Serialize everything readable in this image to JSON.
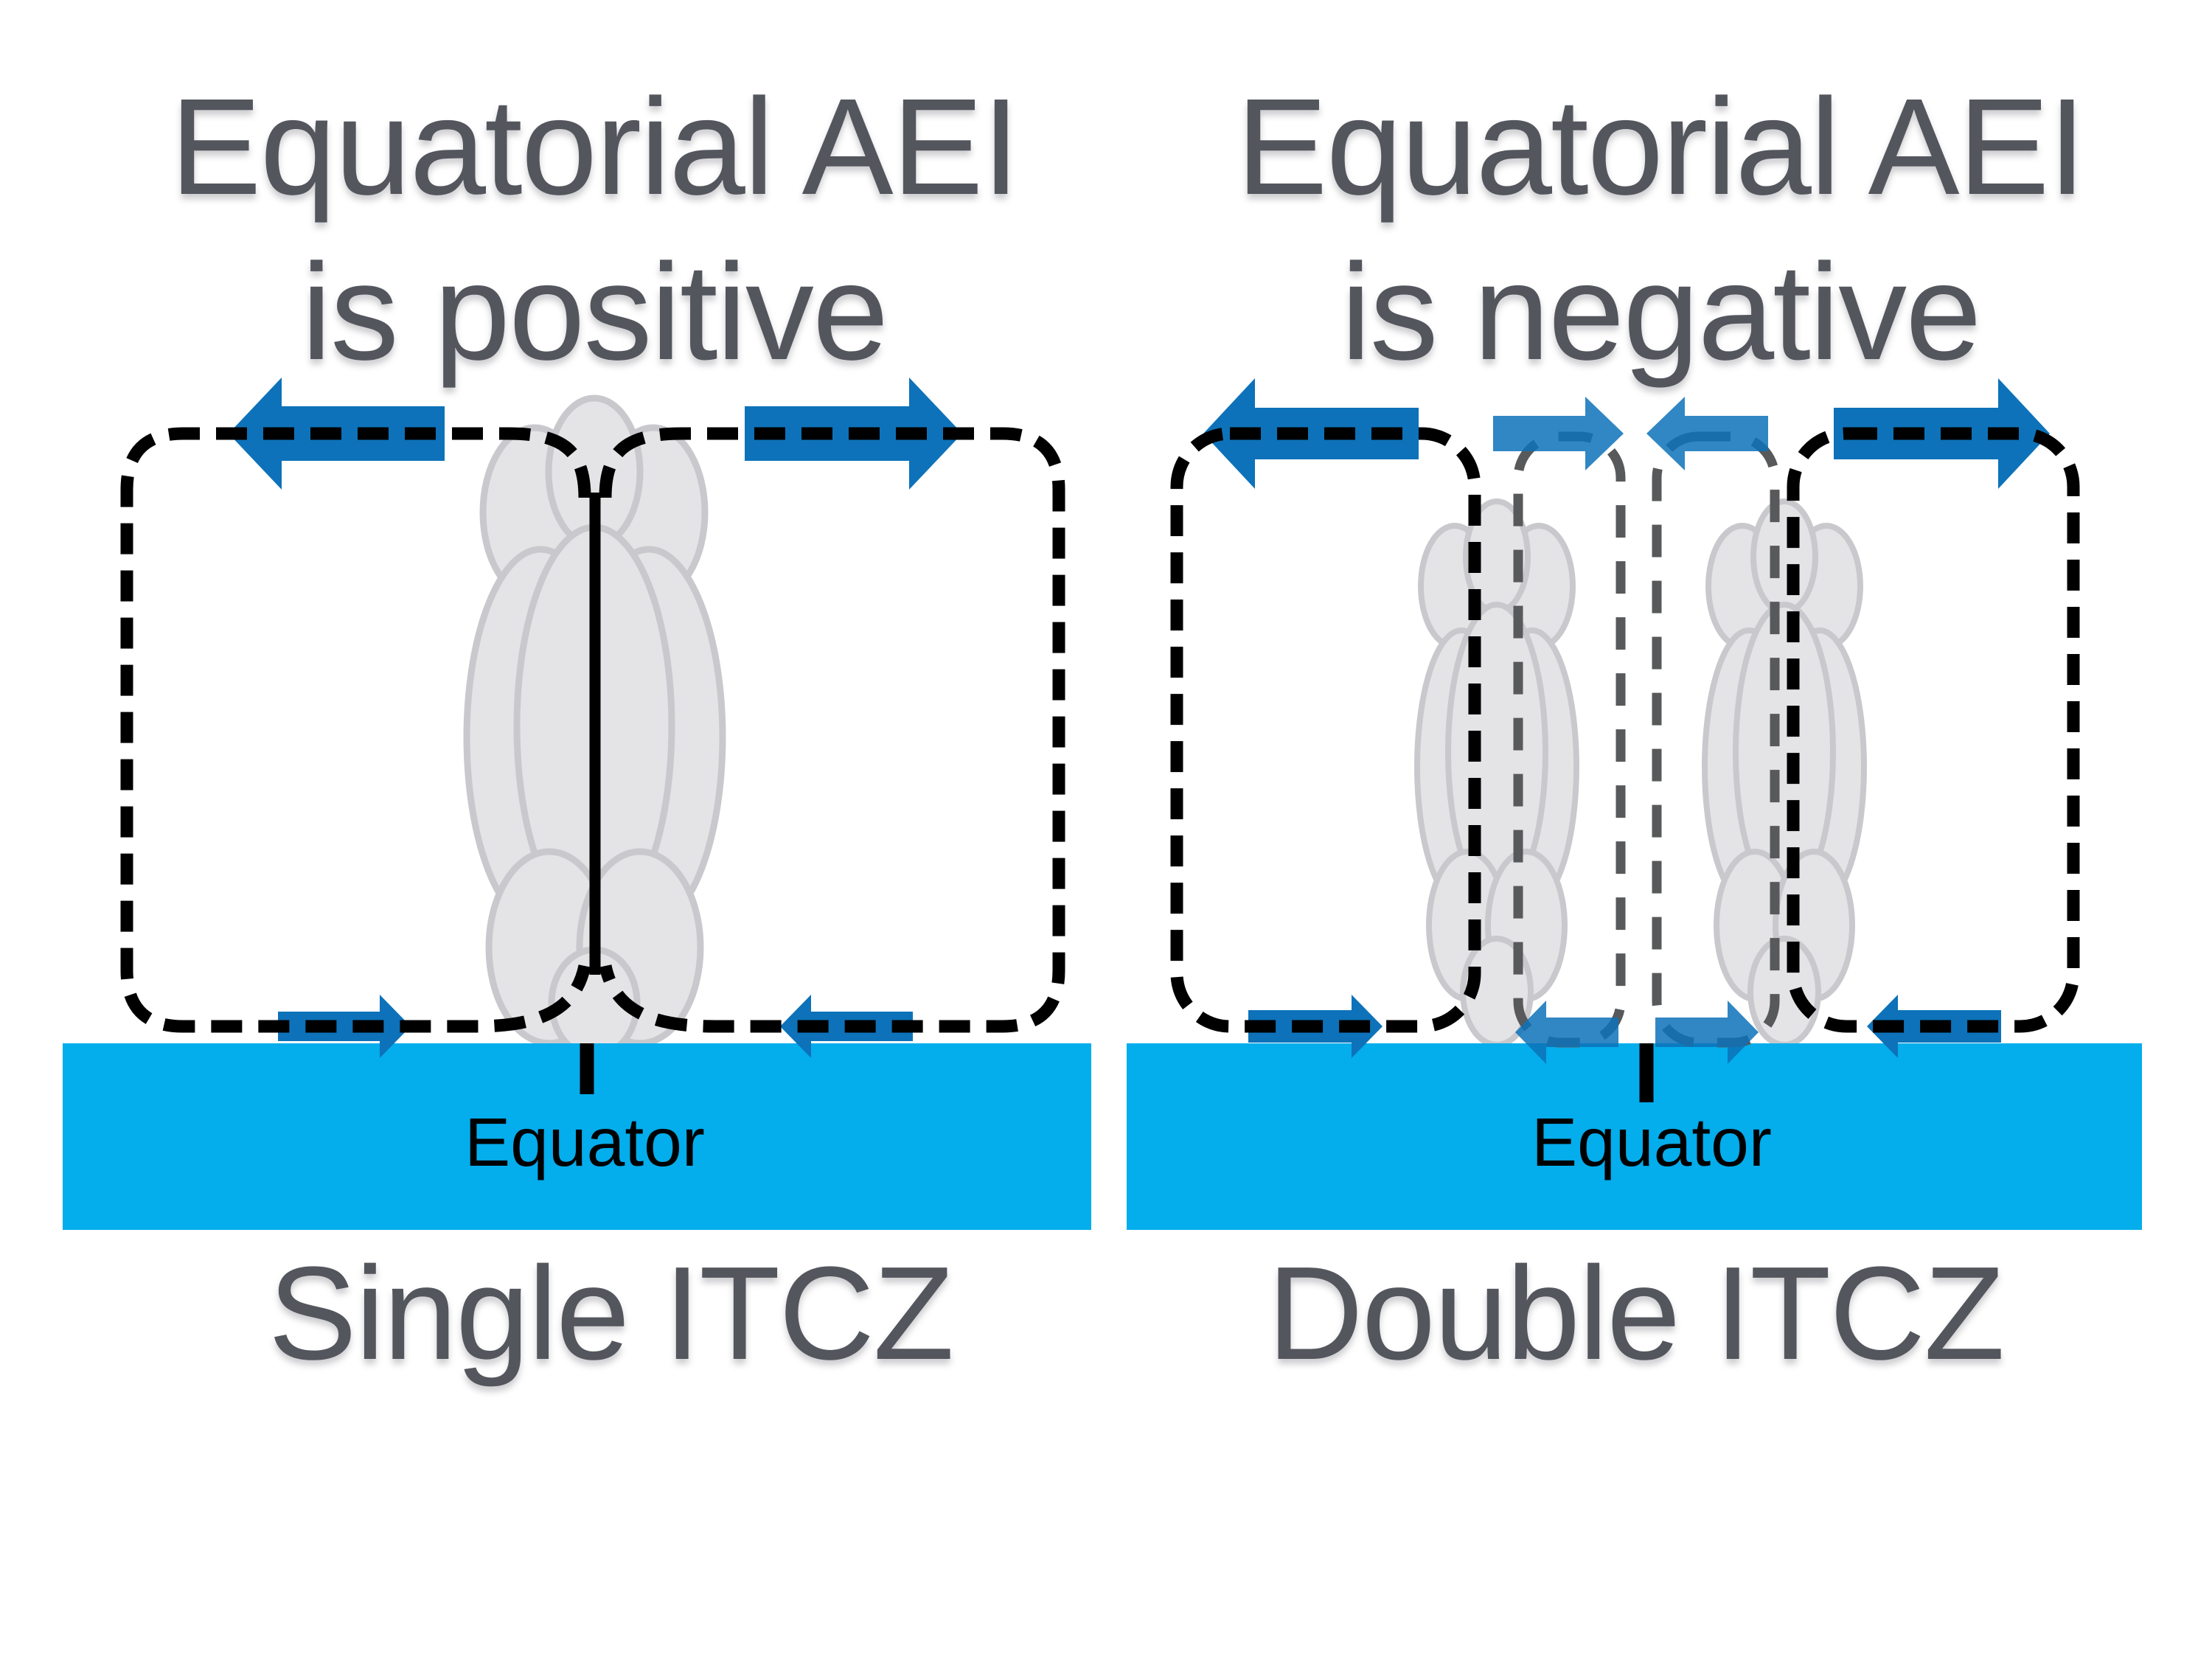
{
  "panels": {
    "left": {
      "title_line1": "Equatorial AEI",
      "title_line2": "is positive",
      "equator_label": "Equator",
      "caption": "Single ITCZ",
      "itcz_type": "single",
      "circulation_arrows": {
        "upper_left": "points-left (upper-level outflow away from equator)",
        "upper_right": "points-right (upper-level outflow away from equator)",
        "surface_left": "points-right (surface inflow toward equator)",
        "surface_right": "points-left (surface inflow toward equator)"
      }
    },
    "right": {
      "title_line1": "Equatorial AEI",
      "title_line2": "is negative",
      "equator_label": "Equator",
      "caption": "Double ITCZ",
      "itcz_type": "double",
      "circulation_arrows": {
        "outer_upper_left": "points-left (outflow away from off-equator cloud)",
        "inner_upper_left": "points-right (upper flow toward equator)",
        "inner_upper_right": "points-left (upper flow toward equator)",
        "outer_upper_right": "points-right (outflow away from off-equator cloud)",
        "outer_surface_left": "points-right (surface inflow toward cloud)",
        "inner_surface_left": "points-left (surface flow from equator toward cloud)",
        "inner_surface_right": "points-right (surface flow from equator toward cloud)",
        "outer_surface_right": "points-left (surface inflow toward cloud)"
      }
    }
  },
  "colors": {
    "title_gray": "#54565e",
    "arrow_blue": "#0d72b9",
    "ocean_blue": "#04adec",
    "cloud_fill": "#e4e4e6",
    "cloud_stroke": "#c9c9cd",
    "loop_black": "#000000",
    "loop_gray": "#58595b",
    "label_black": "#000000"
  }
}
